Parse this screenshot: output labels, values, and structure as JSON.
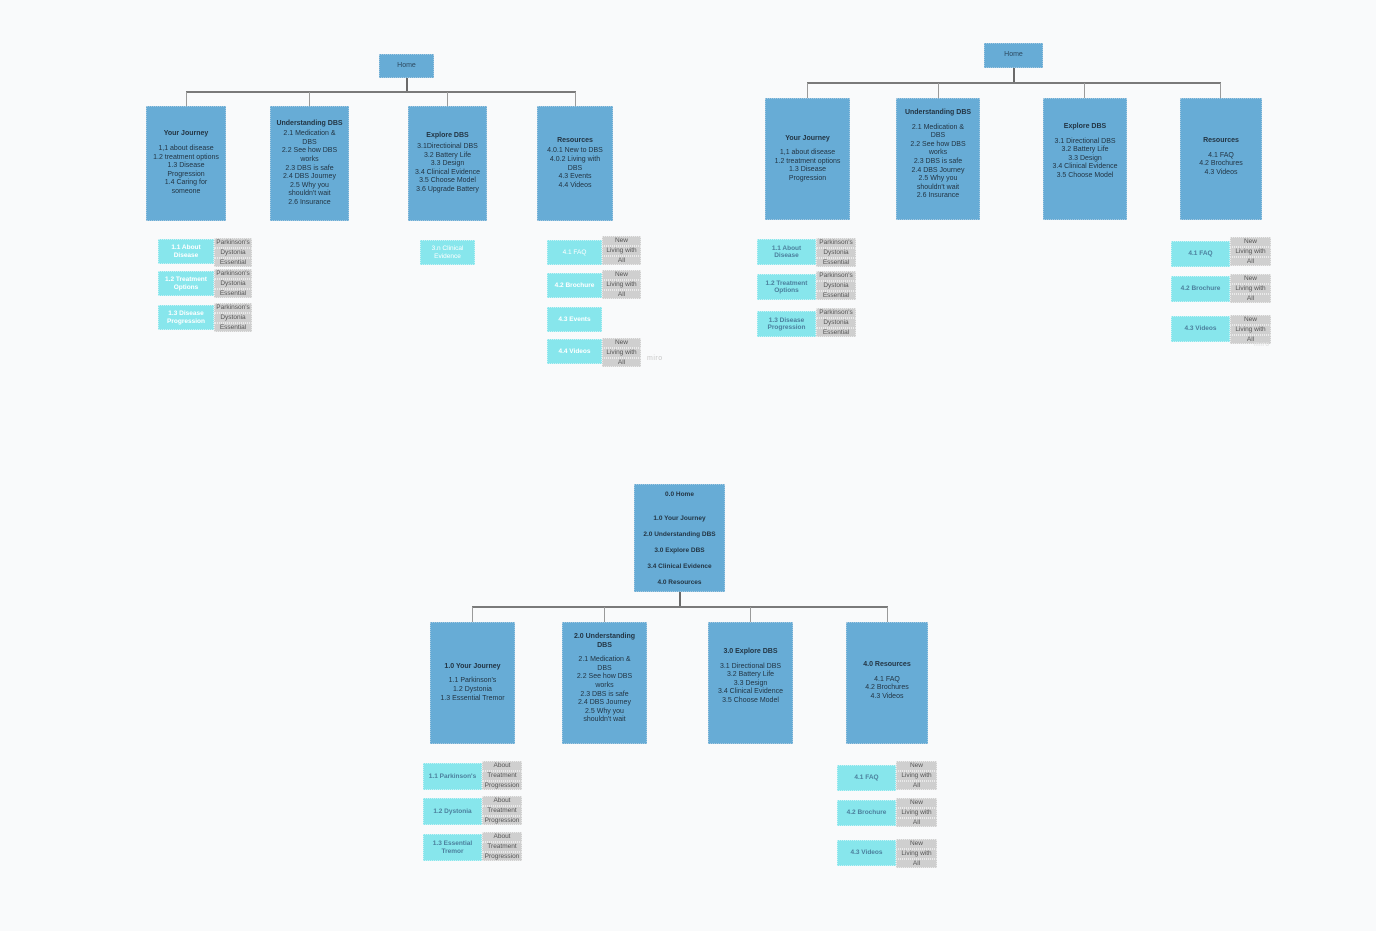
{
  "colors": {
    "canvas": "#f9fafb",
    "node_fill": "#67acd6",
    "sub_fill": "#87e6ec",
    "tag_fill": "#cfcfcf",
    "connector": "#9a9a9a"
  },
  "diagram_a": {
    "home": "Home",
    "sections": [
      {
        "title": "Your Journey",
        "items": [
          "1,1 about disease",
          "1.2 treatment options",
          "1.3 Disease Progression",
          "1.4 Caring for someone"
        ]
      },
      {
        "title": "Understanding DBS",
        "items": [
          "2.1 Medication & DBS",
          "2.2 See how DBS works",
          "2.3 DBS is safe",
          "2.4 DBS Journey",
          "2.5 Why you shouldn't wait",
          "2.6 Insurance"
        ]
      },
      {
        "title": "Explore DBS",
        "items": [
          "3.1Directioinal DBS",
          "3.2 Battery Life",
          "3.3 Design",
          "3.4 Clinical Evidence",
          "3.5 Choose Model",
          "3.6 Upgrade Battery"
        ]
      },
      {
        "title": "Resources",
        "items": [
          "4.0.1 New to DBS",
          "4.0.2 Living with DBS",
          "4.3 Events",
          "4.4 Videos"
        ]
      }
    ],
    "subpages": {
      "journey": [
        {
          "label": "1.1 About Disease",
          "tags": [
            "Parkinson's",
            "Dystonia",
            "Essential"
          ]
        },
        {
          "label": "1.2 Treatment Options",
          "tags": [
            "Parkinson's",
            "Dystonia",
            "Essential"
          ]
        },
        {
          "label": "1.3 Disease Progression",
          "tags": [
            "Parkinson's",
            "Dystonia",
            "Essential"
          ]
        }
      ],
      "explore": [
        {
          "label": "3.n Clinical Evidence"
        }
      ],
      "resources": [
        {
          "label": "4.1 FAQ",
          "tags": [
            "New",
            "Living with",
            "All"
          ]
        },
        {
          "label": "4.2 Brochure",
          "tags": [
            "New",
            "Living with",
            "All"
          ]
        },
        {
          "label": "4.3 Events"
        },
        {
          "label": "4.4 Videos",
          "tags": [
            "New",
            "Living with",
            "All"
          ]
        }
      ]
    },
    "watermark": "miro"
  },
  "diagram_b": {
    "home": "Home",
    "sections": [
      {
        "title": "Your Journey",
        "items": [
          "1,1 about disease",
          "1.2 treatment options",
          "1.3 Disease Progression"
        ]
      },
      {
        "title": "Understanding DBS",
        "items": [
          "2.1 Medication & DBS",
          "2.2 See how DBS works",
          "2.3 DBS is safe",
          "2.4 DBS Journey",
          "2.5 Why you shouldn't wait",
          "2.6 Insurance"
        ]
      },
      {
        "title": "Explore DBS",
        "items": [
          "3.1 Directional DBS",
          "3.2 Battery Life",
          "3.3 Design",
          "3.4 Clinical Evidence",
          "3.5 Choose Model"
        ]
      },
      {
        "title": "Resources",
        "items": [
          "4.1 FAQ",
          "4.2 Brochures",
          "4.3 Videos"
        ]
      }
    ],
    "subpages": {
      "journey": [
        {
          "label": "1.1 About Disease",
          "tags": [
            "Parkinson's",
            "Dystonia",
            "Essential"
          ]
        },
        {
          "label": "1.2 Treatment Options",
          "tags": [
            "Parkinson's",
            "Dystonia",
            "Essential"
          ]
        },
        {
          "label": "1.3 Disease Progression",
          "tags": [
            "Parkinson's",
            "Dystonia",
            "Essential"
          ]
        }
      ],
      "resources": [
        {
          "label": "4.1 FAQ",
          "tags": [
            "New",
            "Living with",
            "All"
          ]
        },
        {
          "label": "4.2 Brochure",
          "tags": [
            "New",
            "Living with",
            "All"
          ]
        },
        {
          "label": "4.3 Videos",
          "tags": [
            "New",
            "Living with",
            "All"
          ]
        }
      ]
    },
    "watermark": "miro"
  },
  "diagram_c": {
    "home": {
      "title": "0.0 Home",
      "rows": [
        "1.0 Your Journey",
        "2.0 Understanding DBS",
        "3.0 Explore DBS",
        "3.4 Clinical Evidence",
        "4.0 Resources"
      ]
    },
    "sections": [
      {
        "title": "1.0 Your Journey",
        "items": [
          "1.1 Parkinson's",
          "1.2 Dystonia",
          "1.3 Essential Tremor"
        ]
      },
      {
        "title": "2.0 Understanding DBS",
        "items": [
          "2.1 Medication & DBS",
          "2.2 See how DBS works",
          "2.3 DBS is safe",
          "2.4 DBS Journey",
          "2.5 Why you shouldn't wait"
        ]
      },
      {
        "title": "3.0 Explore DBS",
        "items": [
          "3.1 Directional DBS",
          "3.2 Battery Life",
          "3.3 Design",
          "3.4 Clinical Evidence",
          "3.5 Choose Model"
        ]
      },
      {
        "title": "4.0 Resources",
        "items": [
          "4.1 FAQ",
          "4.2 Brochures",
          "4.3 Videos"
        ]
      }
    ],
    "subpages": {
      "journey": [
        {
          "label": "1.1 Parkinson's",
          "tags": [
            "About",
            "Treatment",
            "Progression"
          ]
        },
        {
          "label": "1.2 Dystonia",
          "tags": [
            "About",
            "Treatment",
            "Progression"
          ]
        },
        {
          "label": "1.3 Essential Tremor",
          "tags": [
            "About",
            "Treatment",
            "Progression"
          ]
        }
      ],
      "resources": [
        {
          "label": "4.1 FAQ",
          "tags": [
            "New",
            "Living with",
            "All"
          ]
        },
        {
          "label": "4.2 Brochure",
          "tags": [
            "New",
            "Living with",
            "All"
          ]
        },
        {
          "label": "4.3 Videos",
          "tags": [
            "New",
            "Living with",
            "All"
          ]
        }
      ]
    }
  }
}
